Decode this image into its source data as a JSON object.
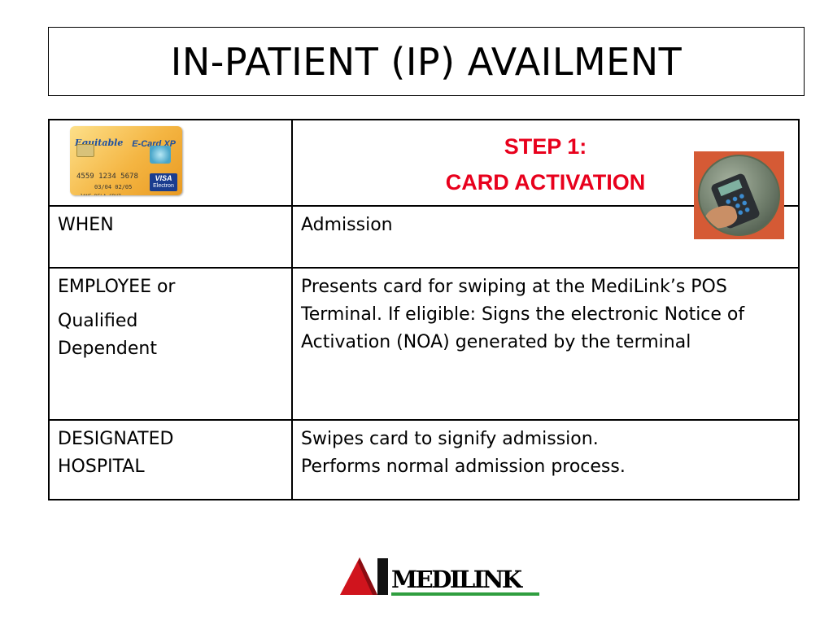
{
  "slide": {
    "title": "IN-PATIENT (IP) AVAILMENT"
  },
  "card_image": {
    "brand": "Equitable",
    "product": "E-Card XP",
    "number": "4559 1234 5678",
    "dates": "03/04  02/05",
    "holder": "JANE DELA CRUZ",
    "network": "VISA",
    "network_sub": "Electron"
  },
  "table": {
    "header": {
      "step_line1": "STEP 1:",
      "step_line2": "CARD ACTIVATION"
    },
    "rows": [
      {
        "label": "WHEN",
        "text": "Admission"
      },
      {
        "label_line1": "EMPLOYEE or",
        "label_line2": "Qualified",
        "label_line3": "Dependent",
        "text": "Presents card for swiping at the MediLink’s POS Terminal. If eligible: Signs the electronic Notice of Activation (NOA) generated by the terminal"
      },
      {
        "label_line1": "DESIGNATED",
        "label_line2": "HOSPITAL",
        "text_line1": "Swipes card to signify admission.",
        "text_line2": "Performs normal admission process."
      }
    ]
  },
  "logo": {
    "text": "MEDILINK",
    "colors": {
      "triangle": "#d0141d",
      "bar": "#2f9e3f"
    }
  },
  "colors": {
    "step_heading": "#e8001c",
    "pos_photo_bg": "#d55a35"
  }
}
